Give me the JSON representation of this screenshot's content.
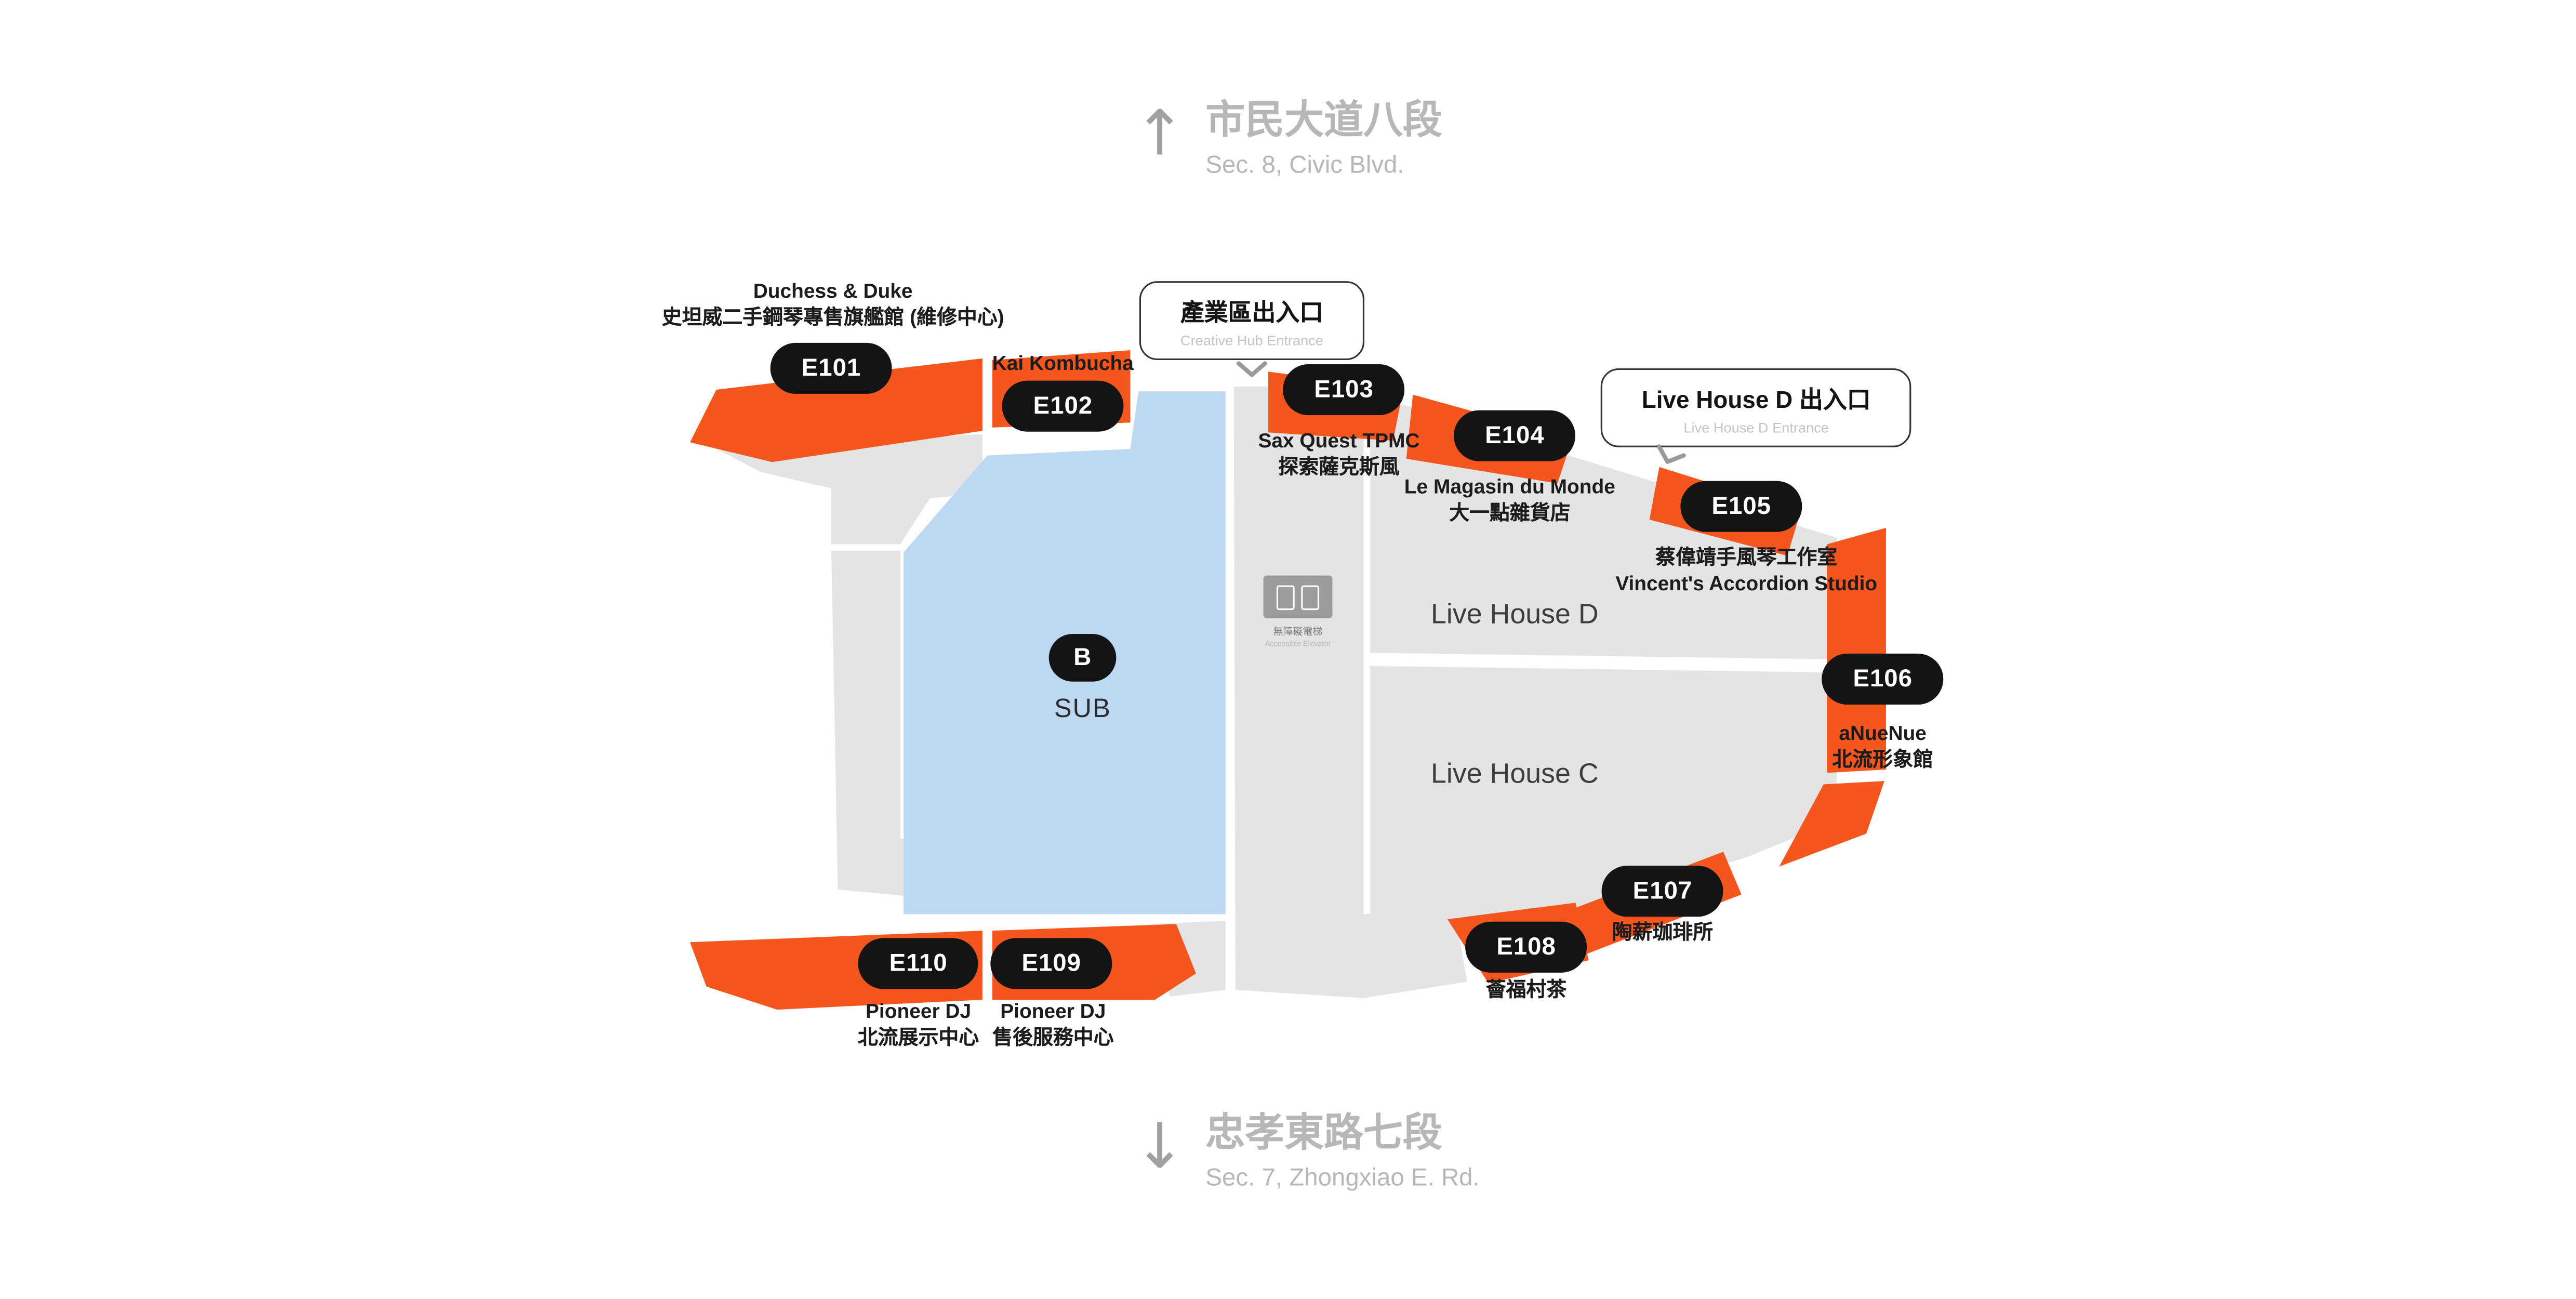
{
  "streets": {
    "top": {
      "zh": "市民大道八段",
      "en": "Sec. 8, Civic Blvd."
    },
    "bottom": {
      "zh": "忠孝東路七段",
      "en": "Sec. 7, Zhongxiao E. Rd."
    }
  },
  "icons": {
    "arrow_up": "↑",
    "arrow_down": "↓"
  },
  "entrances": [
    {
      "title": "產業區出入口",
      "subtitle": "Creative Hub Entrance"
    },
    {
      "title": "Live House D 出入口",
      "subtitle": "Live House D Entrance"
    }
  ],
  "areas": {
    "sub_badge": "B",
    "sub_label": "SUB",
    "hall_d": "Live House D",
    "hall_c": "Live House C"
  },
  "facility": {
    "zh": "無障礙電梯",
    "en": "Accessible Elevator"
  },
  "units": [
    {
      "id": "E101",
      "label_lines": [
        "Duchess & Duke",
        "史坦威二手鋼琴專售旗艦館 (維修中心)"
      ]
    },
    {
      "id": "E102",
      "label_lines": [
        "Kai Kombucha"
      ]
    },
    {
      "id": "E103",
      "label_lines": [
        "Sax Quest TPMC",
        "探索薩克斯風"
      ]
    },
    {
      "id": "E104",
      "label_lines": [
        "Le Magasin du Monde",
        "大一點雜貨店"
      ]
    },
    {
      "id": "E105",
      "label_lines": [
        "蔡偉靖手風琴工作室",
        "Vincent's Accordion Studio"
      ]
    },
    {
      "id": "E106",
      "label_lines": [
        "aNueNue",
        "北流形象館"
      ]
    },
    {
      "id": "E107",
      "label_lines": [
        "陶薪珈琲所"
      ]
    },
    {
      "id": "E108",
      "label_lines": [
        "薈福村茶"
      ]
    },
    {
      "id": "E109",
      "label_lines": [
        "Pioneer DJ",
        "售後服務中心"
      ]
    },
    {
      "id": "E110",
      "label_lines": [
        "Pioneer DJ",
        "北流展示中心"
      ]
    }
  ],
  "colors": {
    "unit_orange": "#f4561e",
    "floor_gray": "#e4e4e5",
    "sub_blue": "#bdd8f3",
    "badge_black": "#141414"
  }
}
